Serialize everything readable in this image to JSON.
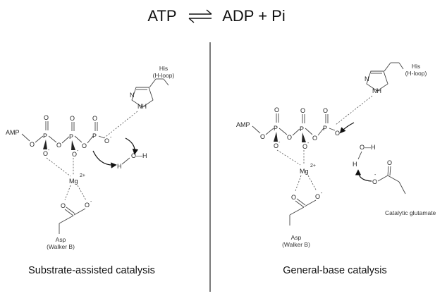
{
  "equation": {
    "left": "ATP",
    "right": "ADP + Pi"
  },
  "labels": {
    "amp": "AMP",
    "o": "O",
    "p": "P",
    "nh": "NH",
    "n": "N",
    "h": "H",
    "oh": "O—H",
    "mg": "Mg",
    "charge_2plus": "2+",
    "minus": "-",
    "his_left": "His",
    "hloop_left": "(H-loop)",
    "his_right": "His",
    "hloop_right": "(H-loop)",
    "asp_left": "Asp",
    "walker_left": "(Walker B)",
    "asp_right": "Asp",
    "walker_right": "(Walker B)",
    "catalytic_glutamate": "Catalytic glutamate"
  },
  "captions": {
    "left": "Substrate-assisted catalysis",
    "right": "General-base catalysis"
  }
}
